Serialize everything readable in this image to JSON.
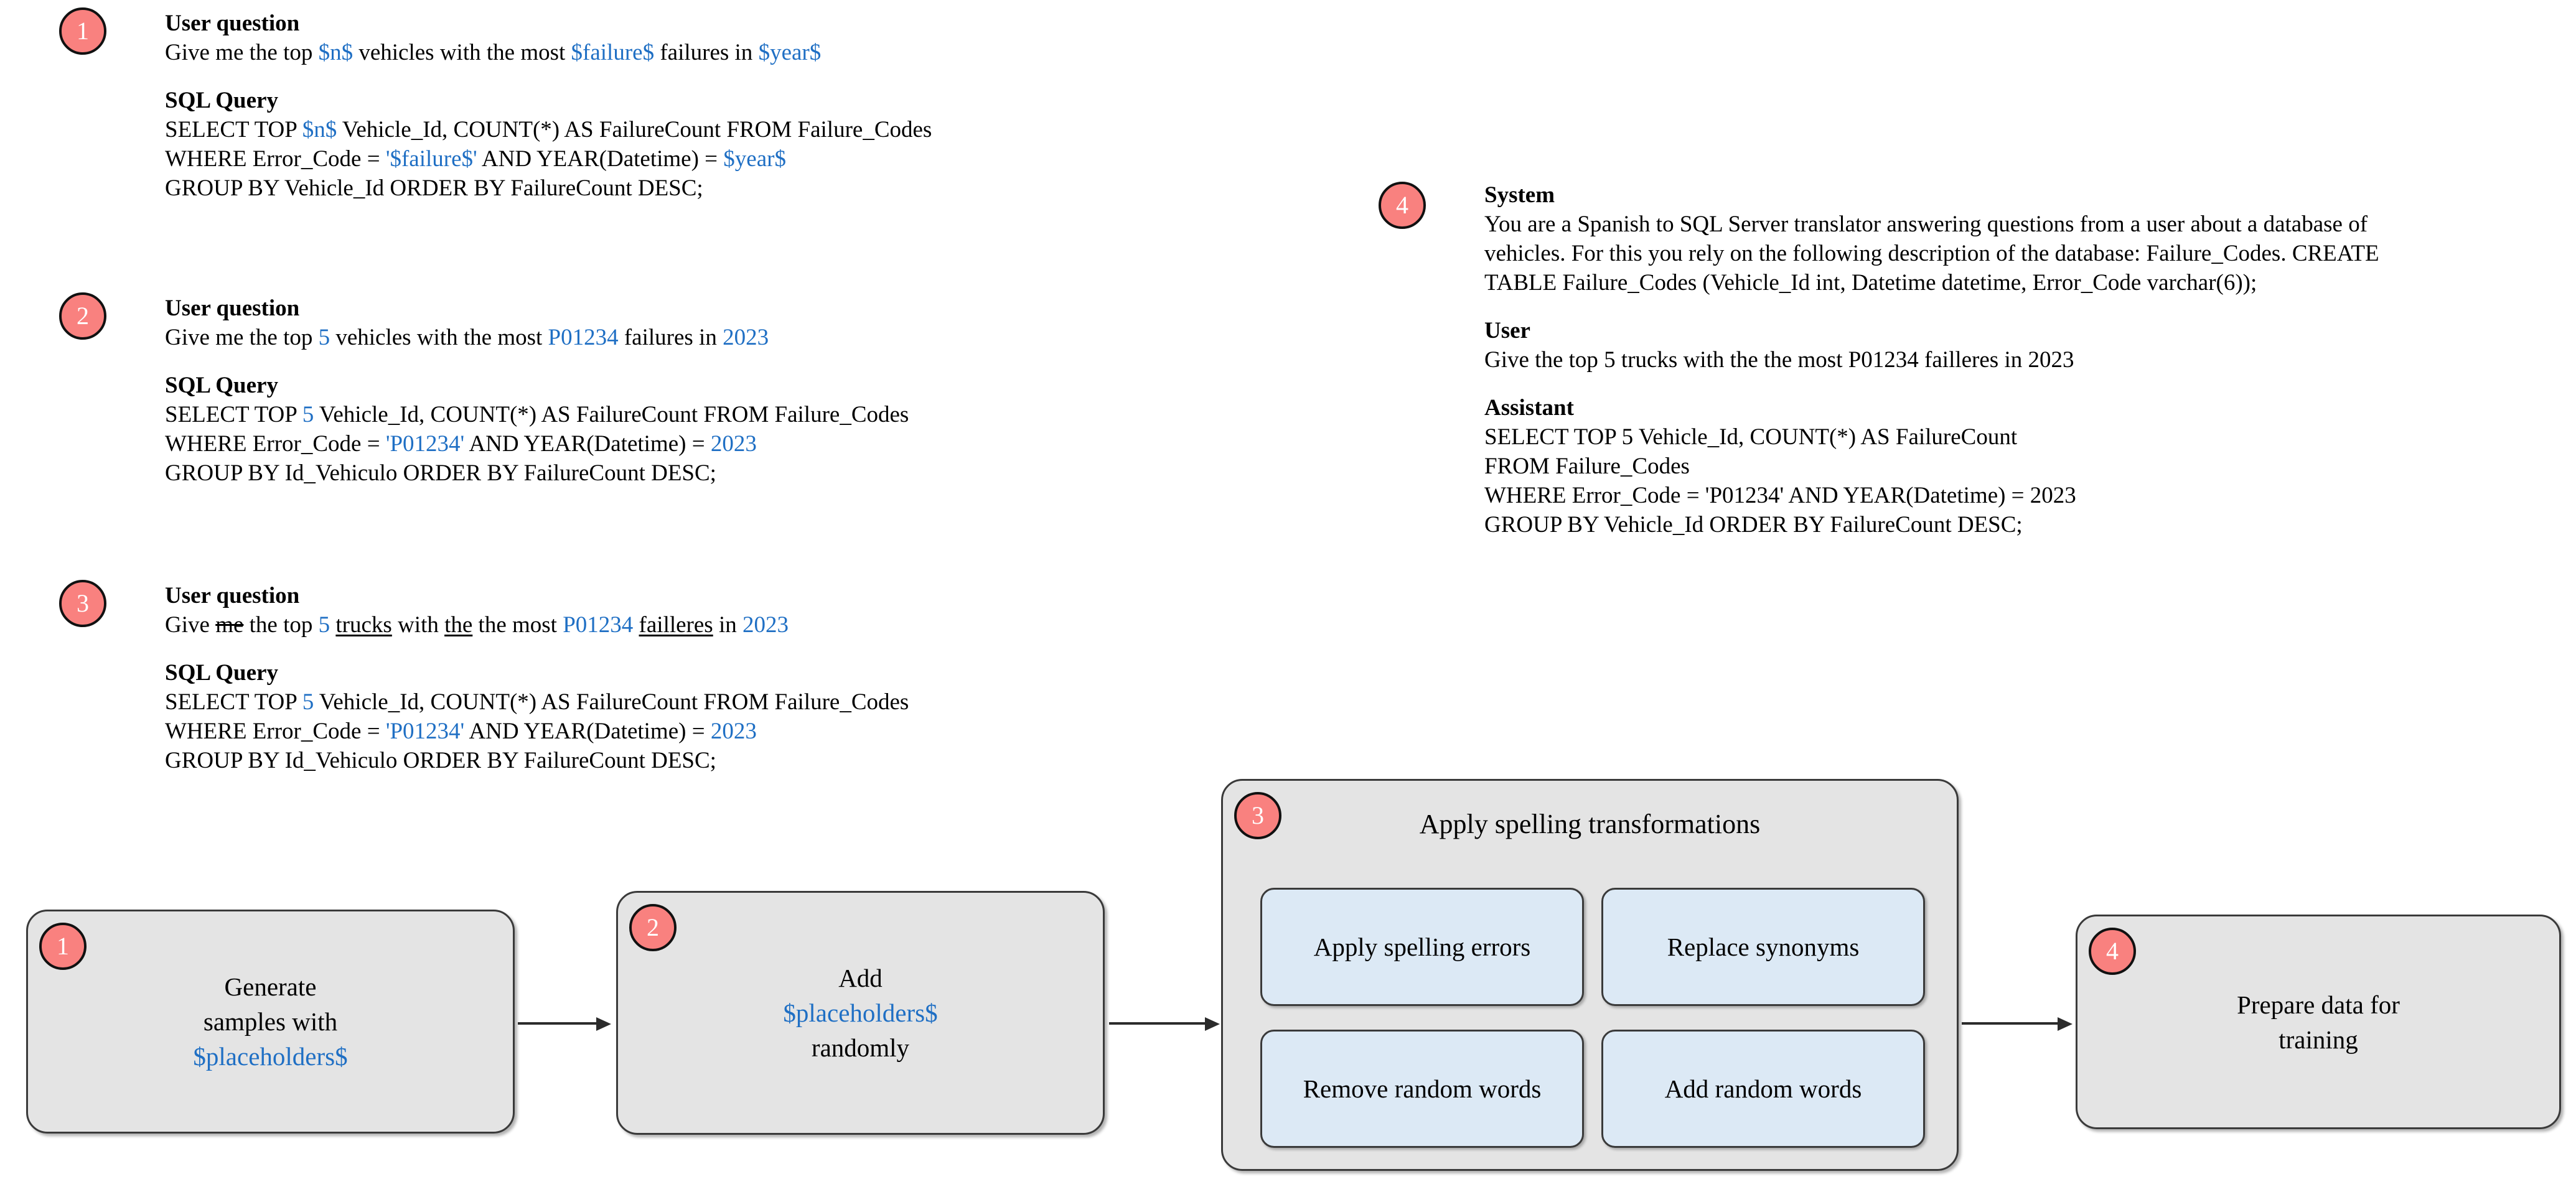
{
  "colors": {
    "badge_fill": "#f9817f",
    "placeholder_blue": "#1f6fc4",
    "flowbox_fill": "#e4e4e4",
    "subbox_fill": "#dce9f5"
  },
  "steps": {
    "left": [
      {
        "badge": "1",
        "question_title": "User question",
        "question": {
          "p1": "Give me the top ",
          "v1": "$n$",
          "p2": " vehicles with the most ",
          "v2": "$failure$",
          "p3": " failures in ",
          "v3": "$year$"
        },
        "sql_title": "SQL Query",
        "sql": {
          "l1a": "SELECT TOP ",
          "l1v": "$n$",
          "l1b": " Vehicle_Id, COUNT(*) AS FailureCount  FROM Failure_Codes",
          "l2a": "WHERE Error_Code = ",
          "l2v": "'$failure$'",
          "l2b": " AND YEAR(Datetime) = ",
          "l2v2": "$year$",
          "l3": "GROUP BY Vehicle_Id ORDER BY FailureCount DESC;"
        }
      },
      {
        "badge": "2",
        "question_title": "User question",
        "question": {
          "p1": "Give me the top ",
          "v1": "5",
          "p2": " vehicles with the most ",
          "v2": "P01234",
          "p3": " failures in ",
          "v3": "2023"
        },
        "sql_title": "SQL Query",
        "sql": {
          "l1a": "SELECT TOP ",
          "l1v": "5",
          "l1b": " Vehicle_Id, COUNT(*) AS FailureCount FROM Failure_Codes",
          "l2a": "WHERE Error_Code = ",
          "l2v": "'P01234'",
          "l2b": " AND YEAR(Datetime) = ",
          "l2v2": "2023",
          "l3": "GROUP BY Id_Vehiculo ORDER BY FailureCount DESC;"
        }
      },
      {
        "badge": "3",
        "question_title": "User question",
        "question": {
          "p0": "Give ",
          "struck": "me",
          "p1": " the top ",
          "v1": "5",
          "u1": "trucks",
          "p2": " with ",
          "u2": "the",
          "p2b": " the most ",
          "v2": "P01234",
          "u3": "failleres",
          "p3": " in ",
          "v3": "2023"
        },
        "sql_title": "SQL Query",
        "sql": {
          "l1a": "SELECT TOP ",
          "l1v": "5",
          "l1b": " Vehicle_Id, COUNT(*) AS FailureCount FROM Failure_Codes",
          "l2a": "WHERE Error_Code = ",
          "l2v": "'P01234'",
          "l2b": " AND YEAR(Datetime) = ",
          "l2v2": "2023",
          "l3": "GROUP BY Id_Vehiculo ORDER BY FailureCount DESC;"
        }
      }
    ],
    "right": {
      "badge": "4",
      "system_title": "System",
      "system_text": "You are a Spanish to SQL Server translator answering questions from a user about a database of vehicles. For this you rely on the following description of the database: Failure_Codes. CREATE TABLE Failure_Codes (Vehicle_Id int, Datetime datetime, Error_Code varchar(6));",
      "user_title": "User",
      "user_text": "Give the top 5 trucks with the the most P01234 failleres in 2023",
      "assistant_title": "Assistant",
      "assistant_lines": [
        "SELECT TOP 5 Vehicle_Id, COUNT(*) AS FailureCount",
        "FROM Failure_Codes",
        "WHERE Error_Code = 'P01234' AND YEAR(Datetime) = 2023",
        "GROUP BY Vehicle_Id ORDER BY FailureCount DESC;"
      ]
    }
  },
  "flow": {
    "step1": {
      "badge": "1",
      "line1": "Generate",
      "line2": "samples with",
      "line3": "$placeholders$"
    },
    "step2": {
      "badge": "2",
      "line1": "Add",
      "line2": "$placeholders$",
      "line3": "randomly"
    },
    "step3": {
      "badge": "3",
      "title": "Apply spelling transformations",
      "subboxes": [
        "Apply spelling errors",
        "Replace synonyms",
        "Remove random words",
        "Add random words"
      ]
    },
    "step4": {
      "badge": "4",
      "line1": "Prepare data for",
      "line2": "training"
    }
  }
}
